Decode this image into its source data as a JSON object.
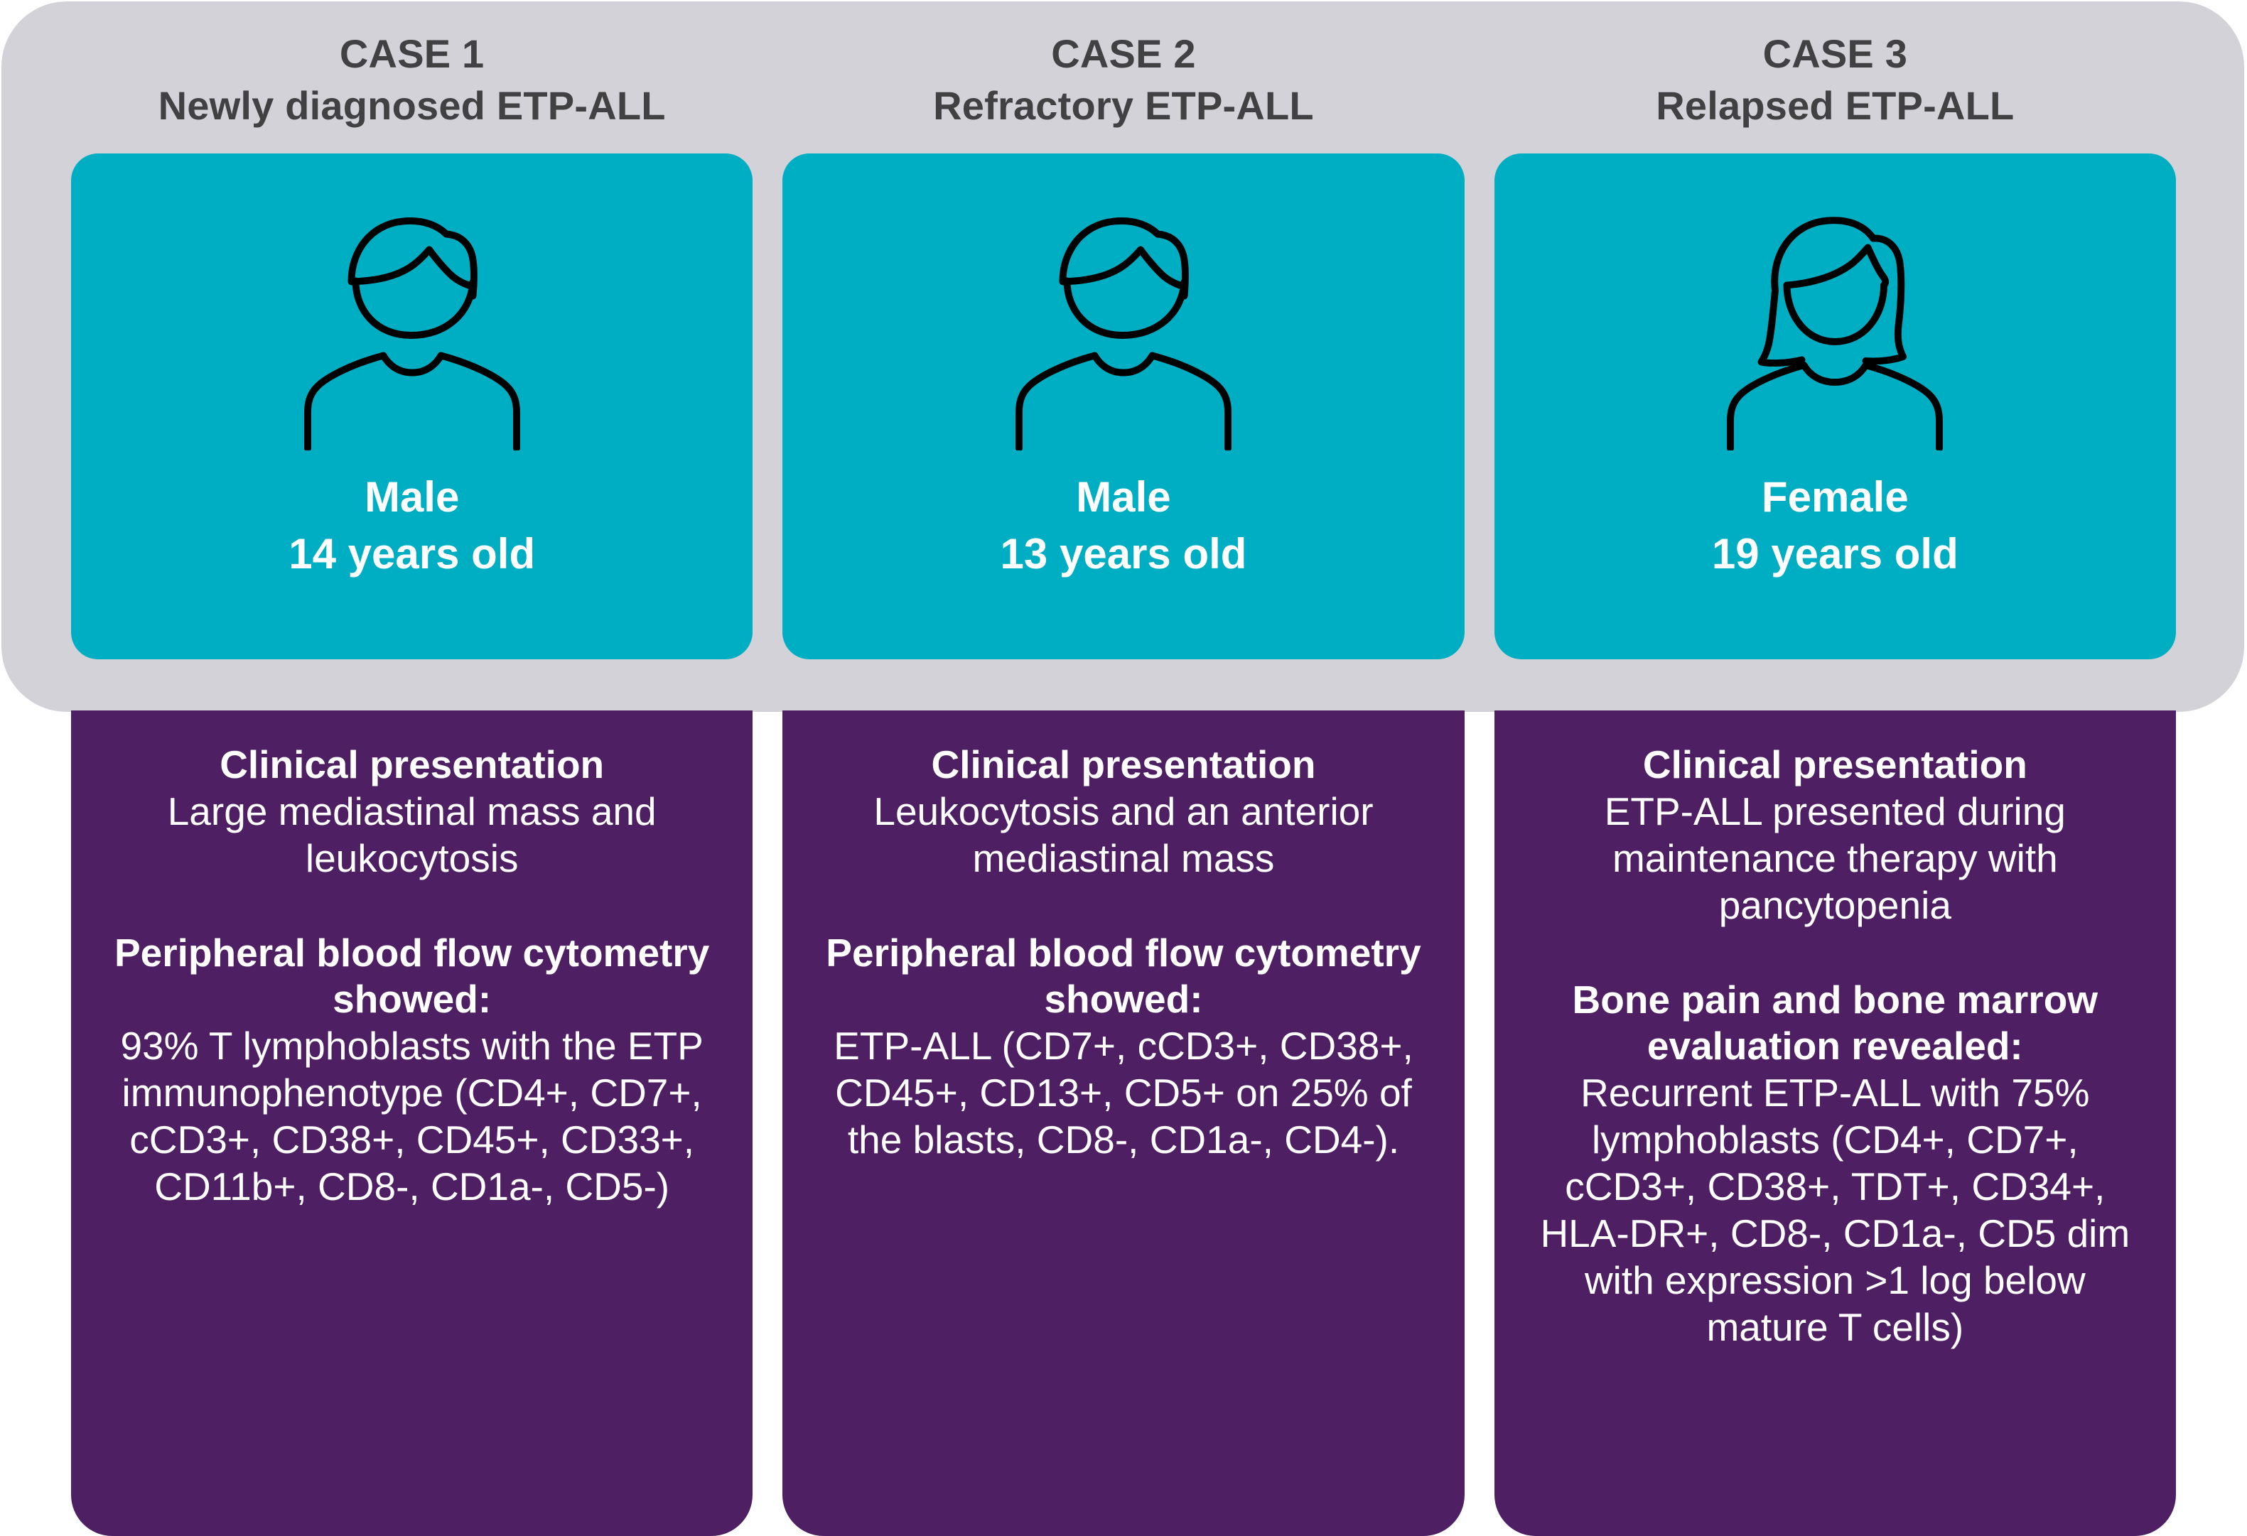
{
  "palette": {
    "teal": "#00AEC3",
    "purple": "#4E2063",
    "grey_panel": "#D3D2D8",
    "heading_text": "#414042",
    "card_text": "#FFFFFF"
  },
  "cases": [
    {
      "case_label": "CASE 1",
      "case_subtitle": "Newly diagnosed ETP-ALL",
      "avatar_icon": "male-avatar-icon",
      "sex": "Male",
      "age": "14 years old",
      "sections": [
        {
          "heading": "Clinical presentation",
          "body": "Large mediastinal mass and leukocytosis"
        },
        {
          "heading": "Peripheral blood flow cytometry showed:",
          "body": "93% T lymphoblasts with the ETP immunophenotype (CD4+, CD7+, cCD3+, CD38+, CD45+, CD33+, CD11b+, CD8-, CD1a-, CD5-)"
        }
      ]
    },
    {
      "case_label": "CASE 2",
      "case_subtitle": "Refractory ETP-ALL",
      "avatar_icon": "male-avatar-icon",
      "sex": "Male",
      "age": "13 years old",
      "sections": [
        {
          "heading": "Clinical presentation",
          "body": "Leukocytosis and an anterior mediastinal mass"
        },
        {
          "heading": "Peripheral blood flow cytometry showed:",
          "body": "ETP-ALL (CD7+, cCD3+, CD38+, CD45+, CD13+, CD5+ on 25% of the blasts, CD8-, CD1a-, CD4-)."
        }
      ]
    },
    {
      "case_label": "CASE 3",
      "case_subtitle": "Relapsed ETP-ALL",
      "avatar_icon": "female-avatar-icon",
      "sex": "Female",
      "age": "19 years old",
      "sections": [
        {
          "heading": "Clinical presentation",
          "body": "ETP-ALL presented during maintenance therapy with pancytopenia"
        },
        {
          "heading": "Bone pain and bone marrow evaluation revealed:",
          "body": "Recurrent ETP-ALL with 75% lymphoblasts (CD4+, CD7+, cCD3+, CD38+, TDT+, CD34+, HLA-DR+, CD8-, CD1a-, CD5 dim with expression >1 log below mature T cells)"
        }
      ]
    }
  ]
}
